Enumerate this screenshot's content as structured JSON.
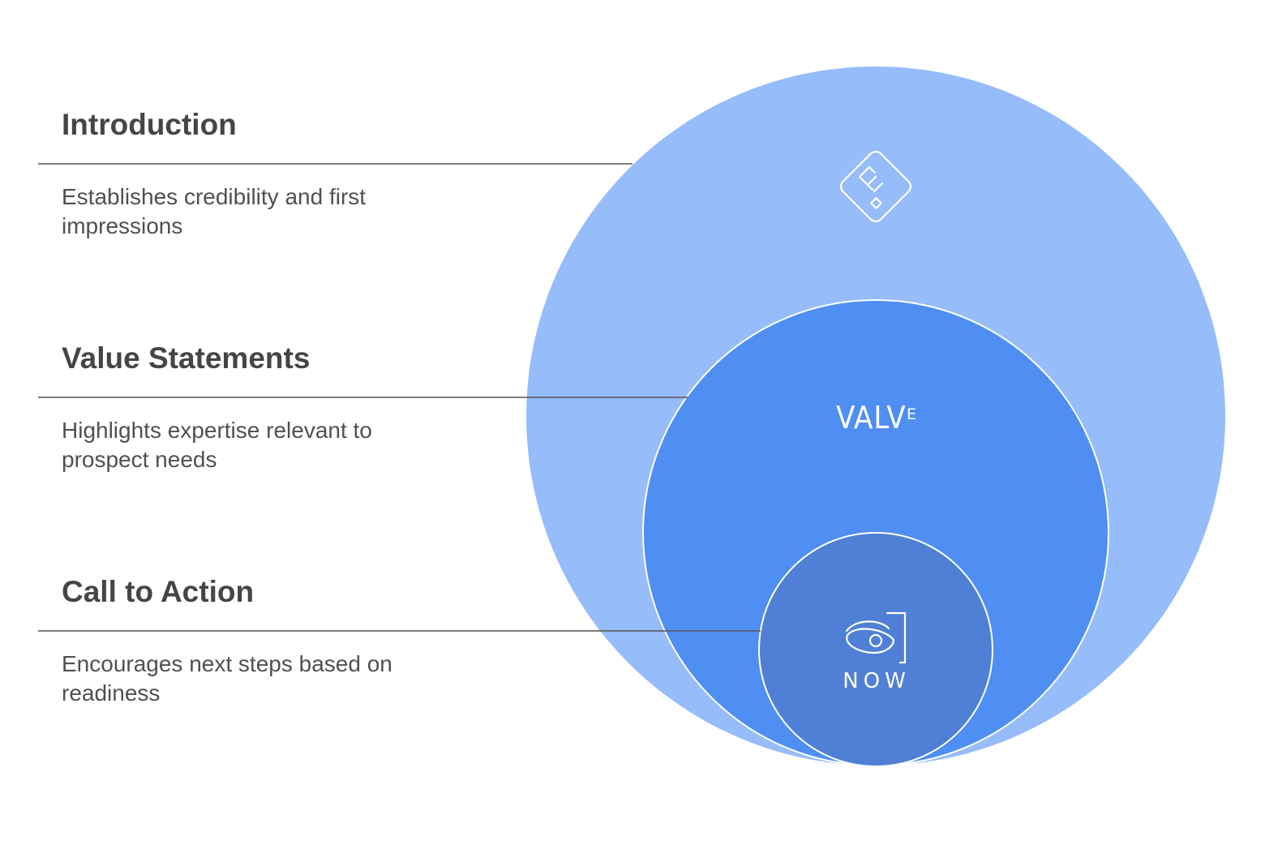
{
  "sections": [
    {
      "title": "Introduction",
      "description": "Establishes credibility and first impressions",
      "icon": "document-icon"
    },
    {
      "title": "Value Statements",
      "description": "Highlights expertise relevant to prospect needs",
      "icon": "valve-logo",
      "icon_text": "VALV",
      "icon_superscript": "E"
    },
    {
      "title": "Call to Action",
      "description": "Encourages next steps based on readiness",
      "icon": "now-logo",
      "icon_text": "NOW"
    }
  ],
  "colors": {
    "outer_circle": "#96BCFA",
    "middle_circle": "#4F8EF2",
    "inner_circle": "#4F80D6",
    "title_text": "#454545",
    "body_text": "#505050",
    "rule_line": "#555555",
    "circle_stroke": "#ffffff"
  }
}
